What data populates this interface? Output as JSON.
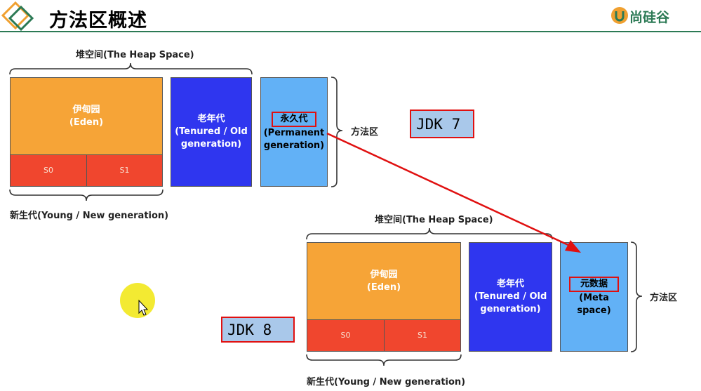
{
  "header": {
    "title": "方法区概述",
    "logo": "尚硅谷"
  },
  "jdk7": {
    "heap_label": "堆空间(The Heap Space)",
    "eden_name": "伊甸园",
    "eden_en": "(Eden)",
    "s0": "S0",
    "s1": "S1",
    "old_name": "老年代",
    "old_en1": "(Tenured / Old",
    "old_en2": "generation)",
    "perm_name": "永久代",
    "perm_en1": "(Permanent",
    "perm_en2": "generation)",
    "young_label": "新生代(Young / New generation)",
    "method_area": "方法区",
    "jdk_label": "JDK 7"
  },
  "jdk8": {
    "heap_label": "堆空间(The Heap Space)",
    "eden_name": "伊甸园",
    "eden_en": "(Eden)",
    "s0": "S0",
    "s1": "S1",
    "old_name": "老年代",
    "old_en1": "(Tenured / Old",
    "old_en2": "generation)",
    "meta_name": "元数据",
    "meta_en": "(Meta space)",
    "young_label": "新生代(Young / New generation)",
    "method_area": "方法区",
    "jdk_label": "JDK 8"
  },
  "colors": {
    "eden": "#f6a437",
    "survivor": "#f0462e",
    "old": "#2f36ef",
    "perm": "#62b1f6",
    "highlight": "#e01010",
    "brand": "#2c7a55"
  }
}
